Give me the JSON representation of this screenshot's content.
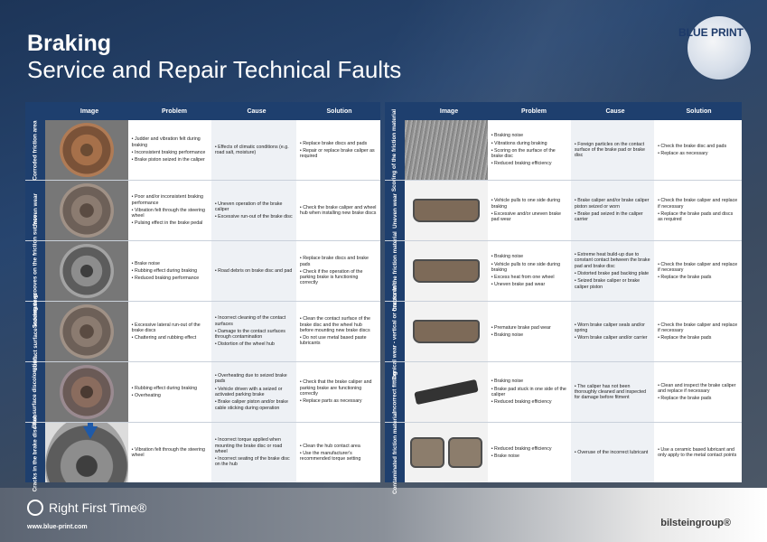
{
  "title_line1": "Braking",
  "title_line2": "Service and Repair Technical Faults",
  "logo_text": "BLUE PRINT",
  "headers": [
    "Image",
    "Problem",
    "Cause",
    "Solution"
  ],
  "left_rows": [
    {
      "label": "Corroded friction area",
      "problem": [
        "Judder and vibration felt during braking",
        "Inconsistent braking performance",
        "Brake piston seized in the caliper"
      ],
      "cause": [
        "Effects of climatic conditions (e.g. road salt, moisture)"
      ],
      "solution": [
        "Replace brake discs and pads",
        "Repair or replace brake caliper as required"
      ]
    },
    {
      "label": "Uneven wear",
      "problem": [
        "Poor and/or inconsistent braking performance",
        "Vibration felt through the steering wheel",
        "Pulsing effect in the brake pedal"
      ],
      "cause": [
        "Uneven operation of the brake caliper",
        "Excessive run-out of the brake disc"
      ],
      "solution": [
        "Check the brake caliper and wheel hub when installing new brake discs"
      ]
    },
    {
      "label": "Scoring or grooves on the friction surface",
      "problem": [
        "Brake noise",
        "Rubbing effect during braking",
        "Reduced braking performance"
      ],
      "cause": [
        "Road debris on brake disc and pad"
      ],
      "solution": [
        "Replace brake discs and brake pads",
        "Check if the operation of the parking brake is functioning correctly"
      ]
    },
    {
      "label": "Contact surface indentations",
      "problem": [
        "Excessive lateral run-out of the brake discs",
        "Chattering and rubbing effect"
      ],
      "cause": [
        "Incorrect cleaning of the contact surfaces",
        "Damage to the contact surfaces through contamination",
        "Distortion of the wheel hub"
      ],
      "solution": [
        "Clean the contact surface of the brake disc and the wheel hub before mounting new brake discs",
        "Do not use metal based paste lubricants"
      ]
    },
    {
      "label": "Blue surface discoloration",
      "problem": [
        "Rubbing effect during braking",
        "Overheating"
      ],
      "cause": [
        "Overheating due to seized brake pads",
        "Vehicle driven with a seized or activated parking brake",
        "Brake caliper piston and/or brake cable sticking during operation"
      ],
      "solution": [
        "Check that the brake caliper and parking brake are functioning correctly",
        "Replace parts as necessary"
      ]
    },
    {
      "label": "Cracks in the brake disc hub",
      "problem": [
        "Vibration felt through the steering wheel"
      ],
      "cause": [
        "Incorrect torque applied when mounting the brake disc or road wheel",
        "Incorrect seating of the brake disc on the hub"
      ],
      "solution": [
        "Clean the hub contact area",
        "Use the manufacturer's recommended torque setting"
      ]
    }
  ],
  "right_rows": [
    {
      "label": "Scoring of the friction material",
      "problem": [
        "Braking noise",
        "Vibrations during braking",
        "Scoring on the surface of the brake disc",
        "Reduced braking efficiency"
      ],
      "cause": [
        "Foreign particles on the contact surface of the brake pad or brake disc"
      ],
      "solution": [
        "Check the brake disc and pads",
        "Replace as necessary"
      ]
    },
    {
      "label": "Uneven wear",
      "problem": [
        "Vehicle pulls to one side during braking",
        "Excessive and/or uneven brake pad wear"
      ],
      "cause": [
        "Brake caliper and/or brake caliper piston seized or worn",
        "Brake pad seized in the caliper carrier"
      ],
      "solution": [
        "Check the brake caliper and replace if necessary",
        "Replace the brake pads and discs as required"
      ]
    },
    {
      "label": "Cracks in the friction material",
      "problem": [
        "Braking noise",
        "Vehicle pulls to one side during braking",
        "Excess heat from one wheel",
        "Uneven brake pad wear"
      ],
      "cause": [
        "Extreme heat build-up due to constant contact between the brake pad and brake disc",
        "Distorted brake pad backing plate",
        "Seized brake caliper or brake caliper piston"
      ],
      "solution": [
        "Check the brake caliper and replace if necessary",
        "Replace the brake pads"
      ]
    },
    {
      "label": "Conical wear - vertical or horizontal",
      "problem": [
        "Premature brake pad wear",
        "Braking noise"
      ],
      "cause": [
        "Worn brake caliper seals and/or spring",
        "Worn brake caliper and/or carrier"
      ],
      "solution": [
        "Check the brake caliper and replace if necessary",
        "Replace the brake pads"
      ]
    },
    {
      "label": "Incorrect fitting",
      "problem": [
        "Braking noise",
        "Brake pad stuck in one side of the caliper",
        "Reduced braking efficiency"
      ],
      "cause": [
        "The caliper has not been thoroughly cleaned and inspected for damage before fitment"
      ],
      "solution": [
        "Clean and inspect the brake caliper and replace if necessary",
        "Replace the brake pads"
      ]
    },
    {
      "label": "Contaminated friction material",
      "problem": [
        "Reduced braking efficiency",
        "Brake noise"
      ],
      "cause": [
        "Overuse of the incorrect lubricant"
      ],
      "solution": [
        "Use a ceramic based lubricant and only apply to the metal contact points"
      ]
    }
  ],
  "footer": {
    "tagline": "Right First Time®",
    "url": "www.blue-print.com",
    "brand": "bilsteingroup®"
  }
}
